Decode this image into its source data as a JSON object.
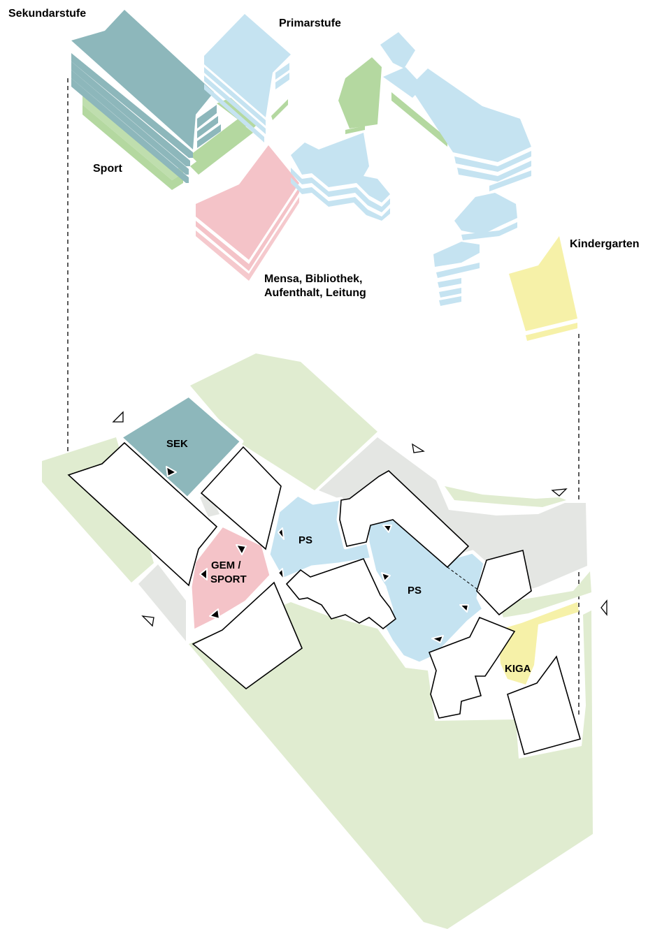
{
  "colors": {
    "secondary": "#8db7bb",
    "primary": "#c5e3f1",
    "sport": "#b4d8a0",
    "mensa": "#f4c3c8",
    "kindergarten": "#f6f1a8",
    "green_area": "#e0ecd0",
    "paved_area": "#e4e6e3",
    "building_outline": "#000000"
  },
  "axonometric_labels": {
    "sekundarstufe": "Sekundarstufe",
    "primarstufe": "Primarstufe",
    "sport": "Sport",
    "kindergarten": "Kindergarten",
    "mensa_line1": "Mensa, Bibliothek,",
    "mensa_line2": "Aufenthalt, Leitung"
  },
  "plan_labels": {
    "sek": "SEK",
    "ps_west": "PS",
    "ps_east": "PS",
    "gem_line1": "GEM /",
    "gem_line2": "SPORT",
    "kiga": "KIGA"
  },
  "icons": {
    "entrance_marker": "entrance-arrow-icon",
    "view_direction": "view-direction-triangle-icon"
  }
}
